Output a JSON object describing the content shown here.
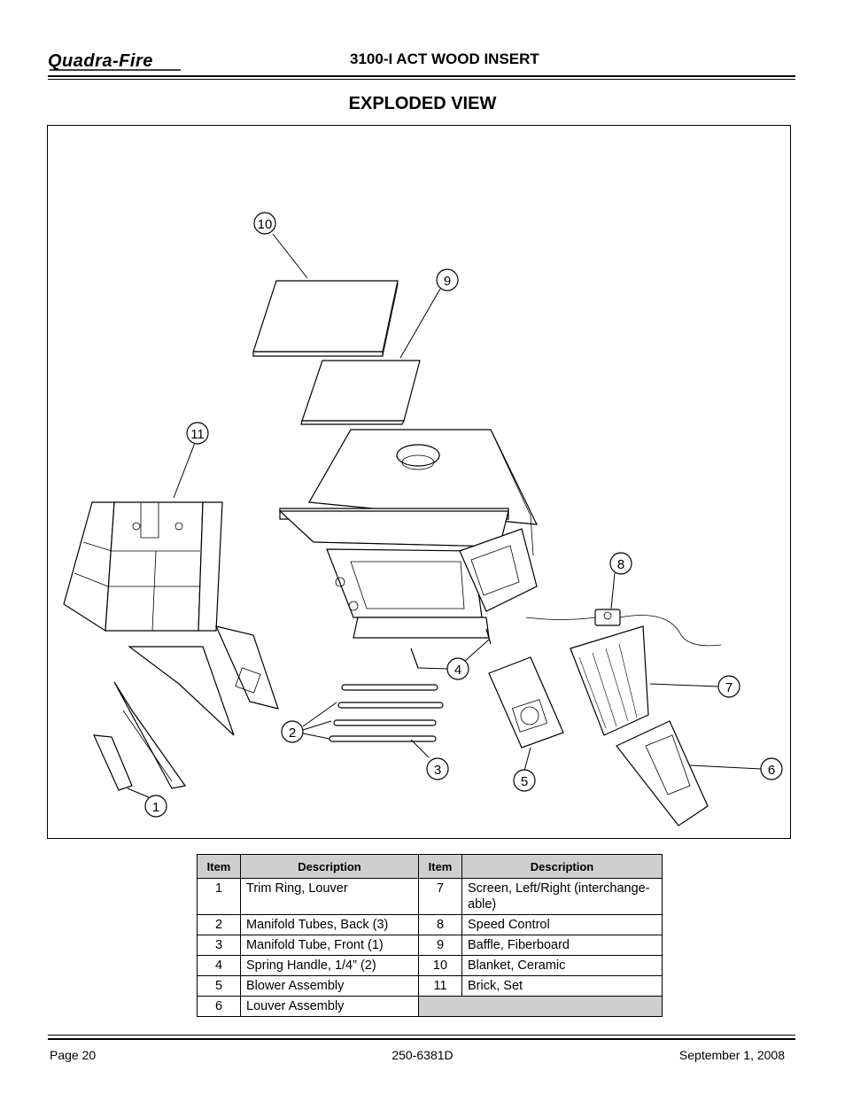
{
  "header": {
    "brand": "Quadra-Fire",
    "doc_title": "3100-I ACT WOOD INSERT"
  },
  "section_title": "EXPLODED VIEW",
  "diagram": {
    "callouts": [
      "1",
      "2",
      "3",
      "4",
      "5",
      "6",
      "7",
      "8",
      "9",
      "10",
      "11"
    ]
  },
  "table": {
    "headers": [
      "Item",
      "Description",
      "Item",
      "Description"
    ],
    "rows": [
      {
        "item_a": "1",
        "desc_a": "Trim Ring, Louver",
        "item_b": "7",
        "desc_b": "Screen, Left/Right (interchange-able)"
      },
      {
        "item_a": "2",
        "desc_a": "Manifold Tubes, Back (3)",
        "item_b": "8",
        "desc_b": "Speed Control"
      },
      {
        "item_a": "3",
        "desc_a": "Manifold Tube, Front (1)",
        "item_b": "9",
        "desc_b": "Baffle, Fiberboard"
      },
      {
        "item_a": "4",
        "desc_a": "Spring Handle, 1/4” (2)",
        "item_b": "10",
        "desc_b": "Blanket, Ceramic"
      },
      {
        "item_a": "5",
        "desc_a": "Blower Assembly",
        "item_b": "11",
        "desc_b": "Brick, Set"
      },
      {
        "item_a": "6",
        "desc_a": "Louver Assembly",
        "item_b": "",
        "desc_b": ""
      }
    ]
  },
  "footer": {
    "page": "Page 20",
    "doc_number": "250-6381D",
    "date": "September 1, 2008"
  }
}
